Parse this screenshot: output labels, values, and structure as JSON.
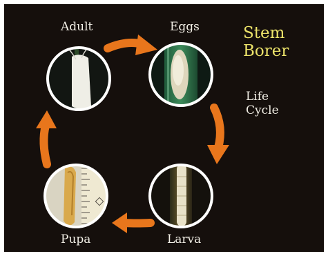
{
  "title": {
    "line1": "Stem",
    "line2": "Borer"
  },
  "subtitle": {
    "line1": "Life",
    "line2": "Cycle"
  },
  "stages": [
    {
      "label": "Adult"
    },
    {
      "label": "Eggs"
    },
    {
      "label": "Larva"
    },
    {
      "label": "Pupa"
    }
  ],
  "colors": {
    "background": "#150f0c",
    "arrow": "#e8761c",
    "ring": "#ffffff",
    "title": "#ece36a",
    "text": "#f2efe6"
  }
}
